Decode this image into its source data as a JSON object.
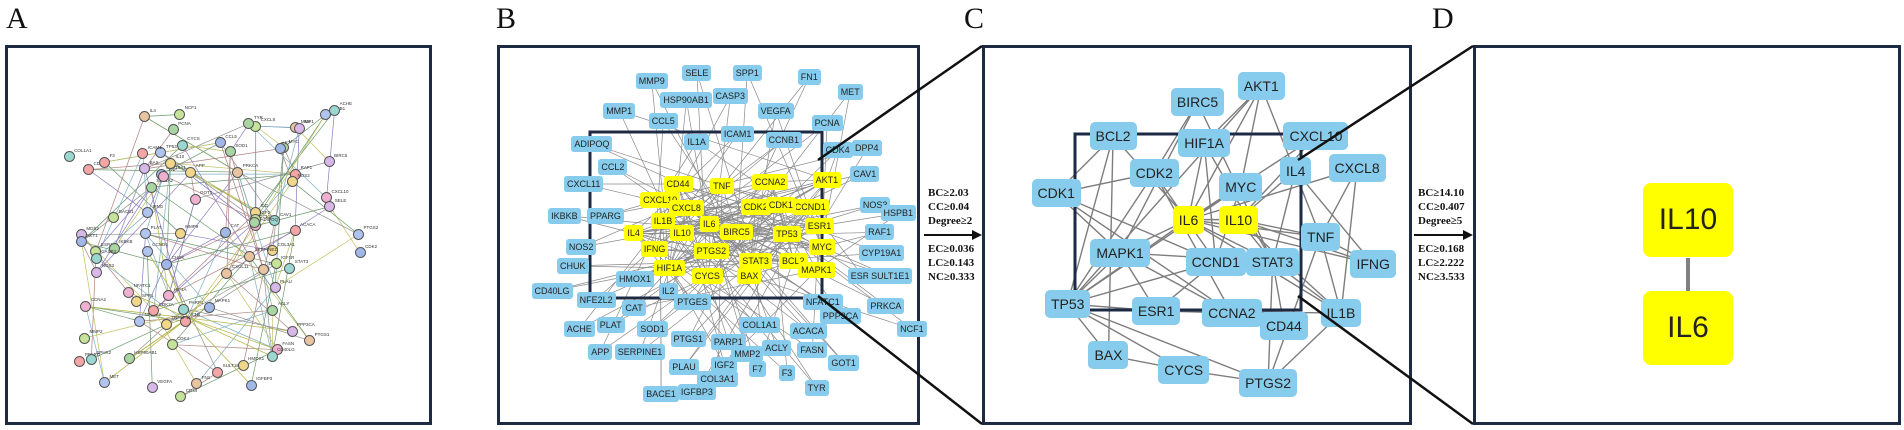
{
  "panel_labels": {
    "a": "A",
    "b": "B",
    "c": "C",
    "d": "D"
  },
  "colors": {
    "node": "#87ccec",
    "hub": "#ffff00",
    "frame": "#1c2a44",
    "edge": "#7d7d7d"
  },
  "panel_a": {
    "nodes": [
      "SLC1A2",
      "CYP19A1",
      "RAF1",
      "MDS2",
      "ILG",
      "CAV1",
      "NCF1",
      "PRKCA",
      "HSPB1",
      "TNF",
      "PCNA",
      "CDK2",
      "CDK1",
      "BIRC5",
      "NOS2",
      "CYCS",
      "CDK4",
      "MMP1",
      "TP53",
      "HIF1A",
      "MYC",
      "AKT1",
      "IL1B",
      "IL6",
      "IL10",
      "STAT3",
      "CXCL8",
      "IL4",
      "IFNG",
      "CXCL10",
      "SOD1",
      "CAT",
      "ACACA",
      "BAX",
      "APP",
      "ACHE",
      "BACE1",
      "PTGS1",
      "PTGS2",
      "GOT1",
      "TYR",
      "F7",
      "F3",
      "PLAU",
      "COL3A1",
      "COL1A1",
      "IGF2",
      "SERPINE1",
      "PLAT",
      "ADIPOQ",
      "CCL2",
      "CCL5",
      "ICAM1",
      "SELE",
      "MMP9",
      "PARP1",
      "ESR1",
      "ESR2",
      "NFE2L2",
      "NFATC1",
      "IKBKB",
      "CHUK",
      "PPARG",
      "VEGFA",
      "SPP1",
      "CASP3",
      "MMP2",
      "FN1",
      "MET",
      "FASN",
      "ACLY",
      "IGFBP3",
      "SULT1E1",
      "PPP3CA",
      "HMOX1",
      "CD40LG",
      "CD44",
      "CXCL11",
      "CCND1",
      "CCNA2",
      "HSP90AB1",
      "MAPK1",
      "CDK2A",
      "NOS3",
      "TNFSF11",
      "EPHX2",
      "IGF1R"
    ]
  },
  "panel_b": {
    "nodes": [
      "SELE",
      "MMP9",
      "SPP1",
      "FN1",
      "HSP90AB1",
      "CASP3",
      "VEGFA",
      "MET",
      "MMP1",
      "CCL5",
      "IL1A",
      "ICAM1",
      "CCNB1",
      "PCNA",
      "ADIPOQ",
      "CDK4",
      "DPP4",
      "CCL2",
      "CAV1",
      "CXCL11",
      "CD44",
      "TNF",
      "CCNA2",
      "AKT1",
      "NOS3",
      "HSPB1",
      "CXCL10",
      "CDK2",
      "CCND1",
      "IKBKB",
      "PPARG",
      "CXCL8",
      "IL1B",
      "IL6",
      "CDK1",
      "ESR1",
      "IL4",
      "IL10",
      "BIRC5",
      "TP53",
      "RAF1",
      "NOS2",
      "IFNG",
      "PTGS2",
      "MYC",
      "CYP19A1",
      "HIF1A",
      "STAT3",
      "BCL2",
      "CHUK",
      "CYCS",
      "BAX",
      "MAPK1",
      "ESR2",
      "SULT1E1",
      "HMOX1",
      "IL2",
      "NFATC1",
      "CD40LG",
      "NFE2L2",
      "CAT",
      "PTGES",
      "PPP3CA",
      "PRKCA",
      "COL1A1",
      "ACACA",
      "NCF1",
      "ACHE",
      "PLAT",
      "SOD1",
      "PTGS1",
      "PARP1",
      "ACLY",
      "FASN",
      "MMP2",
      "APP",
      "SERPINE1",
      "PLAU",
      "IGF2",
      "F7",
      "F3",
      "GOT1",
      "COL3A1",
      "TYR",
      "IGFBP3",
      "BACE1"
    ]
  },
  "criteria_1": [
    "BC≥2.03",
    "CC≥0.04",
    "Degree≥2",
    "EC≥0.036",
    "LC≥0.143",
    "NC≥0.333"
  ],
  "panel_c": {
    "nodes": [
      "BIRC5",
      "AKT1",
      "BCL2",
      "HIF1A",
      "CXCL10",
      "IL4",
      "CXCL8",
      "CDK2",
      "MYC",
      "CDK1",
      "IL6",
      "IL10",
      "TNF",
      "MAPK1",
      "CCND1",
      "STAT3",
      "IFNG",
      "TP53",
      "ESR1",
      "CCNA2",
      "CD44",
      "IL1B",
      "BAX",
      "CYCS",
      "PTGS2"
    ]
  },
  "criteria_2": [
    "BC≥14.10",
    "CC≥0.407",
    "Degree≥5",
    "EC≥0.168",
    "LC≥2.222",
    "NC≥3.533"
  ],
  "panel_d": {
    "nodes": [
      "IL10",
      "IL6"
    ]
  }
}
